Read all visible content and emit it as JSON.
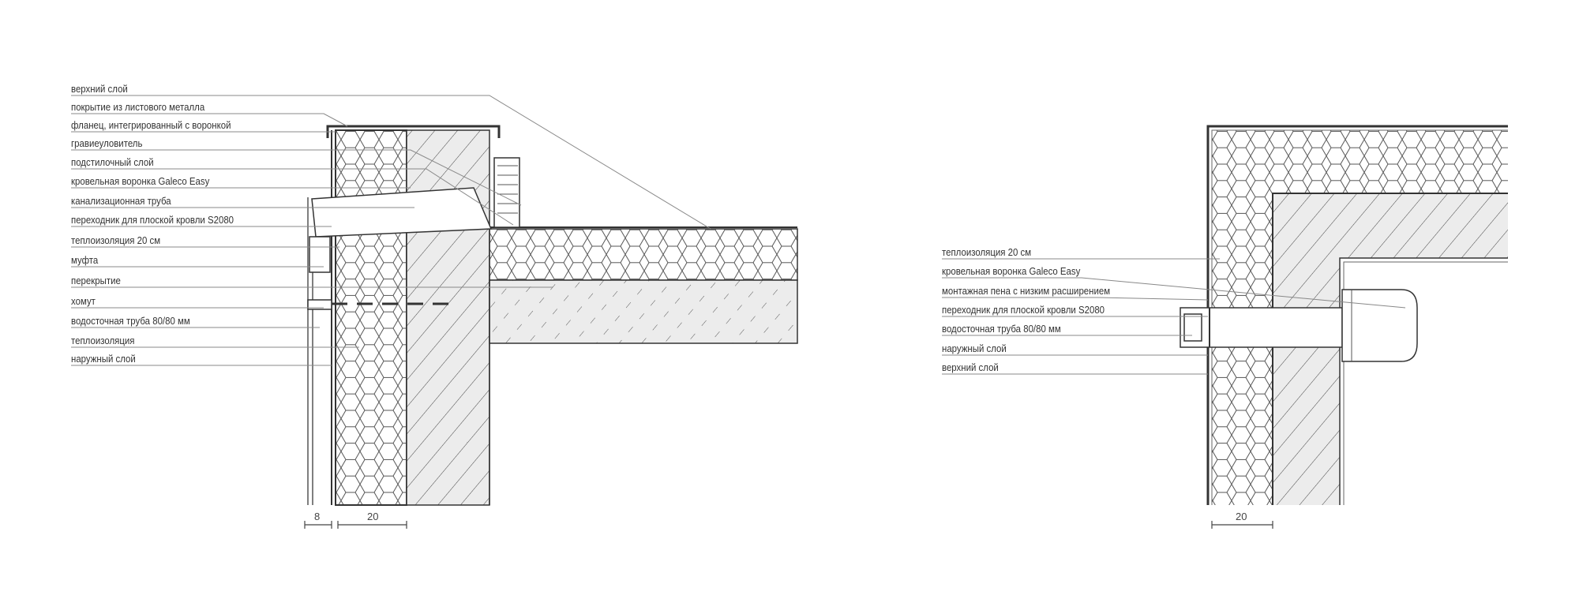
{
  "left_detail": {
    "labels": [
      "верхний слой",
      "покрытие из листового металла",
      "фланец, интегрированный с воронкой",
      "гравиеуловитель",
      "подстилочный слой",
      "кровельная воронка Galeco Easy",
      "канализационная труба",
      "переходник для плоской кровли S2080",
      "теплоизоляция 20 см",
      "муфта",
      "перекрытие",
      "хомут",
      "водосточная труба 80/80 мм",
      "теплоизоляция",
      "наружный слой"
    ],
    "dimensions": [
      "8",
      "20"
    ]
  },
  "right_detail": {
    "labels": [
      "теплоизоляция 20 см",
      "кровельная воронка Galeco Easy",
      "монтажная пена с низким расширением",
      "переходник для плоской кровли S2080",
      "водосточная труба 80/80 мм",
      "наружный слой",
      "верхний слой"
    ],
    "dimensions": [
      "20"
    ]
  }
}
